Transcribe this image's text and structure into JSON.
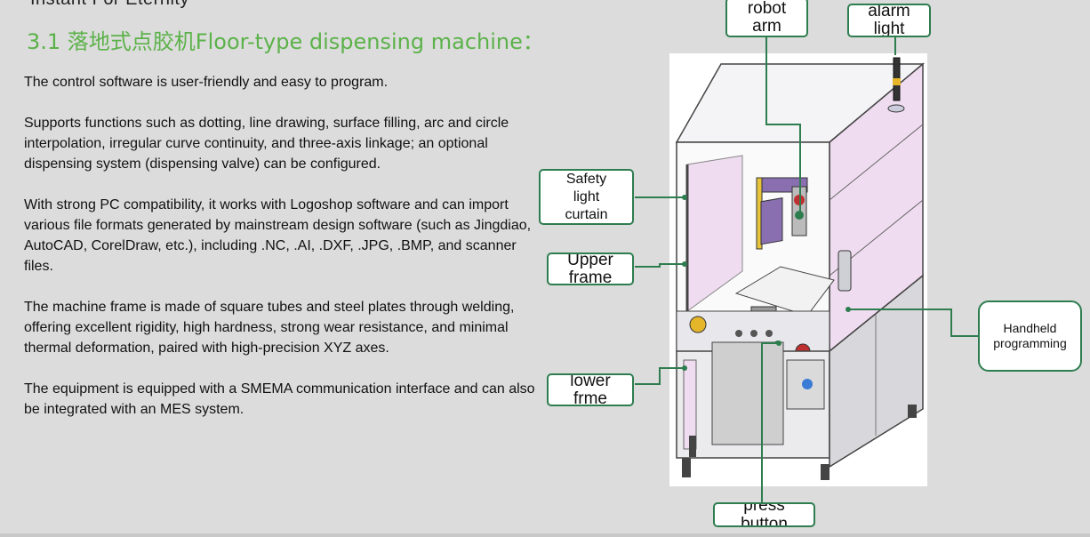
{
  "header": {
    "brand_line": "Instant For Eternity",
    "section_title": "3.1 落地式点胶机Floor-type dispensing machine："
  },
  "paragraphs": [
    "The control software is user-friendly and easy to program.",
    "Supports functions such as dotting, line drawing, surface filling, arc and circle interpolation, irregular curve continuity, and three-axis linkage; an optional dispensing system (dispensing valve) can be configured.",
    "With strong PC compatibility, it works with Logoshop software and can import various file formats generated by mainstream design software (such as Jingdiao, AutoCAD, CorelDraw, etc.), including .NC, .AI, .DXF, .JPG, .BMP, and scanner files.",
    "The machine frame is made of square tubes and steel plates through welding, offering excellent rigidity, high hardness, strong wear resistance, and minimal thermal deformation, paired with high-precision XYZ axes.",
    "The equipment is equipped with a SMEMA communication interface and can also be integrated with an MES system."
  ],
  "callouts": {
    "robot_arm": "robot\narm",
    "alarm_light": "alarm\nlight",
    "safety_light_curtain": "Safety\nlight\ncurtain",
    "upper_frame": "Upper\nframe",
    "lower_frame": "lower\nfrme",
    "handheld_programming": "Handheld\nprogramming",
    "press_button": "press\nbutton"
  },
  "colors": {
    "title_green": "#5cb24a",
    "leader_green": "#2e7d4f",
    "panel_pink": "#f0dcf0",
    "frame_gray": "#d8d8dc",
    "background": "#dcdcdc"
  }
}
